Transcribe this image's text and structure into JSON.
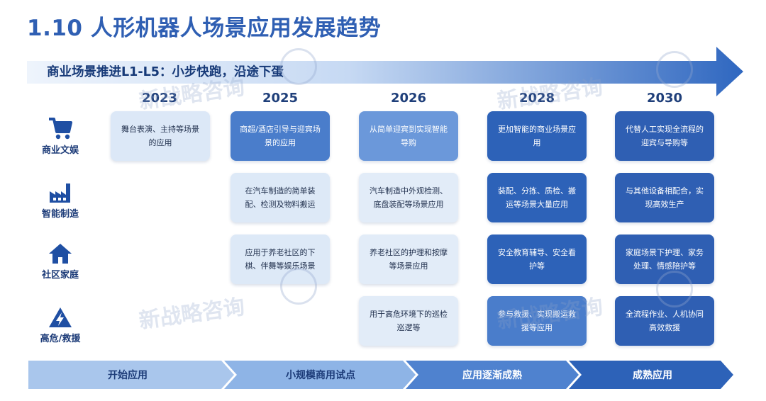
{
  "title": "1.10 人形机器人场景应用发展趋势",
  "banner": "商业场景推进L1-L5：小步快跑，沿途下蛋",
  "years": [
    "2023",
    "2025",
    "2026",
    "2028",
    "2030"
  ],
  "categories": [
    {
      "label": "商业文娱",
      "icon": "cart-icon"
    },
    {
      "label": "智能制造",
      "icon": "factory-icon"
    },
    {
      "label": "社区家庭",
      "icon": "home-icon"
    },
    {
      "label": "高危/救援",
      "icon": "hazard-icon"
    }
  ],
  "cards": {
    "commerce": {
      "y2023": "舞台表演、主持等场景的应用",
      "y2025": "商超/酒店引导与迎宾场景的应用",
      "y2026": "从简单迎宾到实现智能导购",
      "y2028": "更加智能的商业场景应用",
      "y2030": "代替人工实现全流程的迎宾与导购等"
    },
    "manufacturing": {
      "y2025": "在汽车制造的简单装配、检测及物料搬运",
      "y2026": "汽车制造中外观检测、底盘装配等场景应用",
      "y2028": "装配、分拣、质检、搬运等场景大量应用",
      "y2030": "与其他设备相配合，实现高效生产"
    },
    "community": {
      "y2025": "应用于养老社区的下棋、伴舞等娱乐场景",
      "y2026": "养老社区的护理和按摩等场景应用",
      "y2028": "安全教育辅导、安全看护等",
      "y2030": "家庭场景下护理、家务处理、情感陪护等"
    },
    "hazard": {
      "y2026": "用于高危环境下的巡检巡逻等",
      "y2028": "参与救援、实现搬运救援等应用",
      "y2030": "全流程作业、人机协同高效救援"
    }
  },
  "stages": [
    "开始应用",
    "小规模商用试点",
    "应用逐渐成熟",
    "成熟应用"
  ],
  "watermark": "新战略咨询",
  "colors": {
    "title": "#2f5fb3",
    "card_light": "#dce8f7",
    "card_mid": "#4a7dcb",
    "card_dark": "#2d62b8",
    "stage_light": "#a9c6ec",
    "stage_dark": "#2d62b8"
  }
}
